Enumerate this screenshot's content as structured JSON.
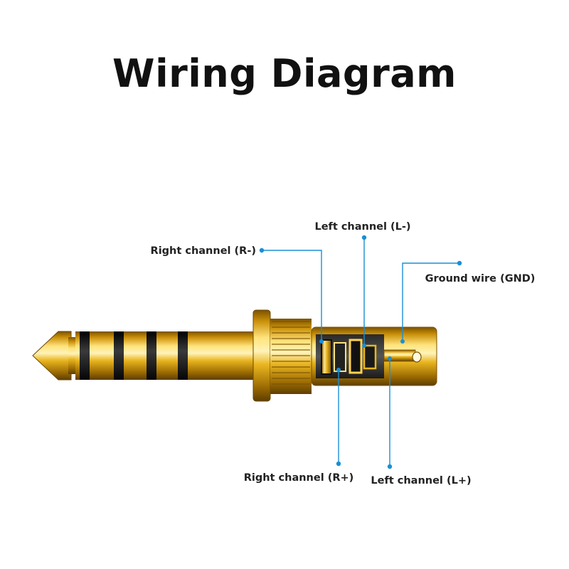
{
  "title": "Wiring Diagram",
  "labels": {
    "right_minus": "Right channel (R-)",
    "left_minus": "Left channel (L-)",
    "ground": "Ground wire (GND)",
    "right_plus": "Right channel (R+)",
    "left_plus": "Left channel (L+)"
  },
  "colors": {
    "leader_line": "#1a8fd6",
    "gold": "#e2b21c",
    "insulator": "#1a1a1a"
  }
}
